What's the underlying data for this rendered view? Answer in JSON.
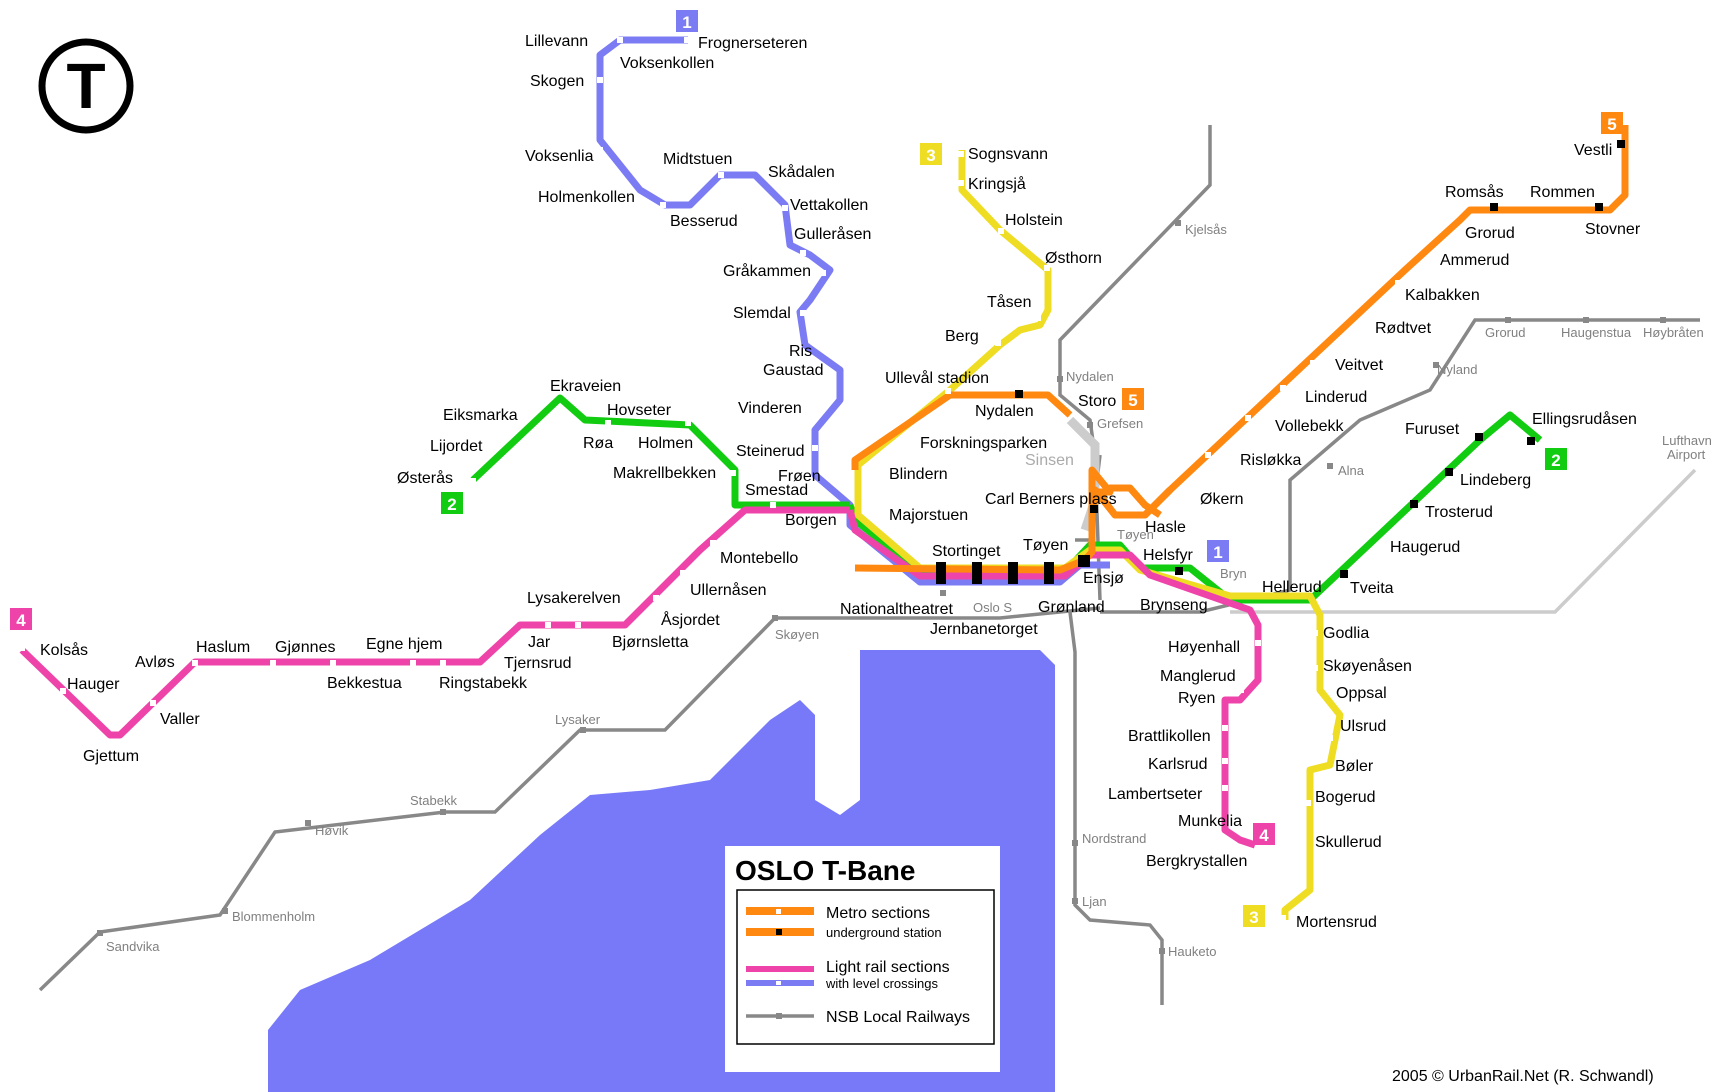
{
  "colors": {
    "line1": "#7b7bf4",
    "line2": "#11cc11",
    "line3": "#eedd22",
    "line4": "#ee44aa",
    "line5": "#ff8811",
    "nsb": "#888888",
    "airport": "#cccccc",
    "sea": "#7779f9",
    "text": "#000000",
    "nsb_text": "#808080"
  },
  "logo": {
    "letter": "T"
  },
  "lines": [
    {
      "id": "1",
      "number": "1",
      "color": "#7b7bf4"
    },
    {
      "id": "2",
      "number": "2",
      "color": "#11cc11"
    },
    {
      "id": "3",
      "number": "3",
      "color": "#eedd22"
    },
    {
      "id": "4",
      "number": "4",
      "color": "#ee44aa"
    },
    {
      "id": "5",
      "number": "5",
      "color": "#ff8811"
    }
  ],
  "stations": {
    "line1": [
      "Frognerseteren",
      "Lillevann",
      "Voksenkollen",
      "Skogen",
      "Voksenlia",
      "Holmenkollen",
      "Besserud",
      "Midtstuen",
      "Skådalen",
      "Vettakollen",
      "Gulleråsen",
      "Gråkammen",
      "Slemdal",
      "Ris",
      "Gaustad",
      "Vinderen",
      "Steinerud",
      "Frøen"
    ],
    "line2": [
      "Ekraveien",
      "Eiksmarka",
      "Lijordet",
      "Østerås",
      "Hovseter",
      "Røa",
      "Holmen",
      "Makrellbekken",
      "Smestad",
      "Borgen",
      "Majorstuen",
      "Ellingsrudåsen",
      "Furuset",
      "Lindeberg",
      "Trosterud",
      "Haugerud",
      "Tveita",
      "Hellerud",
      "Brynseng",
      "Helsfyr",
      "Ensjø"
    ],
    "line3": [
      "Sognsvann",
      "Kringsjå",
      "Holstein",
      "Østhorn",
      "Tåsen",
      "Berg",
      "Ullevål stadion",
      "Forskningsparken",
      "Blindern",
      "Godlia",
      "Skøyenåsen",
      "Oppsal",
      "Ulsrud",
      "Bøler",
      "Bogerud",
      "Skullerud",
      "Mortensrud"
    ],
    "line4": [
      "Kolsås",
      "Hauger",
      "Gjettum",
      "Avløs",
      "Valler",
      "Haslum",
      "Gjønnes",
      "Bekkestua",
      "Egne hjem",
      "Ringstabekk",
      "Lysakerelven",
      "Jar",
      "Tjernsrud",
      "Bjørnsletta",
      "Åsjordet",
      "Ullernåsen",
      "Montebello",
      "Høyenhall",
      "Manglerud",
      "Ryen",
      "Brattlikollen",
      "Karlsrud",
      "Lambertseter",
      "Munkelia",
      "Bergkrystallen"
    ],
    "line5": [
      "Vestli",
      "Stovner",
      "Rommen",
      "Romsås",
      "Grorud",
      "Ammerud",
      "Kalbakken",
      "Rødtvet",
      "Veitvet",
      "Linderud",
      "Vollebekk",
      "Risløkka",
      "Økern",
      "Hasle",
      "Carl Berners plass",
      "Storo",
      "Nydalen"
    ],
    "central": [
      "Nationaltheatret",
      "Stortinget",
      "Jernbanetorget",
      "Tøyen",
      "Grønland"
    ]
  },
  "nsb_labels": [
    "Kjelsås",
    "Nydalen",
    "Grefsen",
    "Tøyen",
    "Bryn",
    "Alna",
    "Nyland",
    "Grorud",
    "Haugenstua",
    "Høybråten",
    "Lufthavn",
    "Airport",
    "Oslo S",
    "Skøyen",
    "Lysaker",
    "Stabekk",
    "Høvik",
    "Blommenholm",
    "Sandvika",
    "Nordstrand",
    "Ljan",
    "Hauketo",
    "Sinsen"
  ],
  "legend": {
    "title": "OSLO T-Bane",
    "metro": "Metro sections",
    "underground": "underground station",
    "light_rail": "Light rail sections",
    "level_crossings": "with level crossings",
    "nsb": "NSB Local Railways"
  },
  "credit": "2005 © UrbanRail.Net (R. Schwandl)"
}
